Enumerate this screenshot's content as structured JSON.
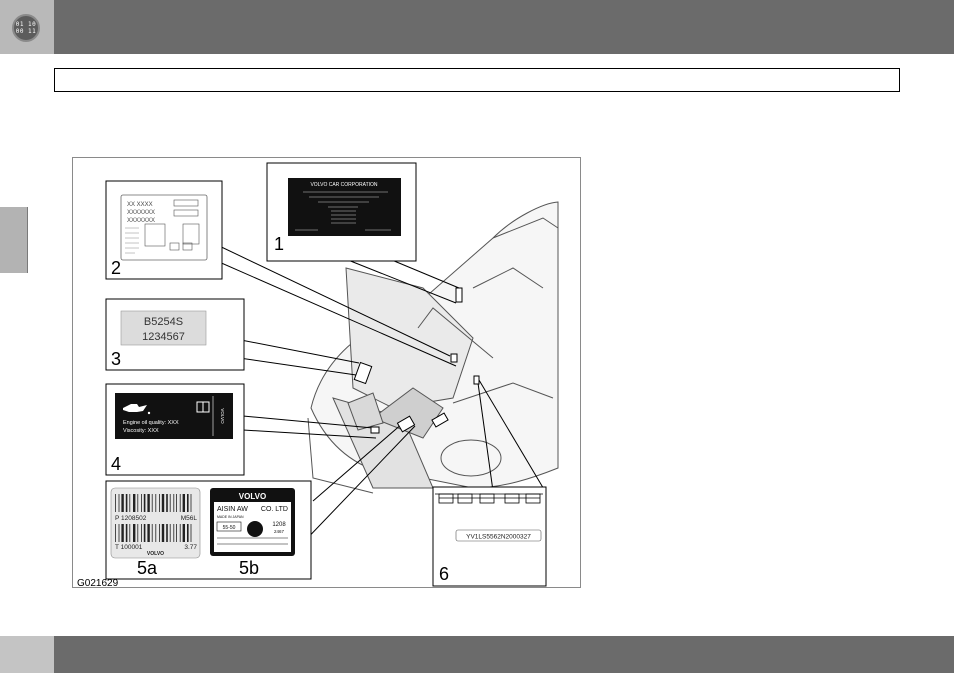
{
  "header": {
    "icon_name": "clock-icon",
    "icon_text": "01 10\n00 11",
    "bar_color": "#6b6b6b",
    "tab_color": "#b9b9b9"
  },
  "title_box": {
    "text": ""
  },
  "figure": {
    "id": "G021629",
    "callouts": {
      "c1": "1",
      "c2": "2",
      "c3": "3",
      "c4": "4",
      "c5a": "5a",
      "c5b": "5b",
      "c6": "6"
    },
    "label1": {
      "heading": "VOLVO CAR CORPORATION"
    },
    "label2": {
      "lines": [
        "XX XXXX",
        "XXXXXXX",
        "XXXXXXX"
      ]
    },
    "label3": {
      "line1": "B5254S",
      "line2": "1234567"
    },
    "label4": {
      "quality": "Engine oil quality: XXX",
      "viscosity": "Viscosity: XXX",
      "side": "VOLVO"
    },
    "label5a": {
      "p_code": "P 1208502",
      "model": "M56L",
      "t_code": "T 100001",
      "ratio": "3.77",
      "brand": "VOLVO"
    },
    "label5b": {
      "brand": "VOLVO",
      "maker": "AISIN AW",
      "suffix": "CO. LTD",
      "origin": "MADE IN JAPAN",
      "code1": "55-50",
      "num1": "1208",
      "num2": "2467"
    },
    "label6": {
      "vin": "YV1LS5562N2000327"
    }
  }
}
